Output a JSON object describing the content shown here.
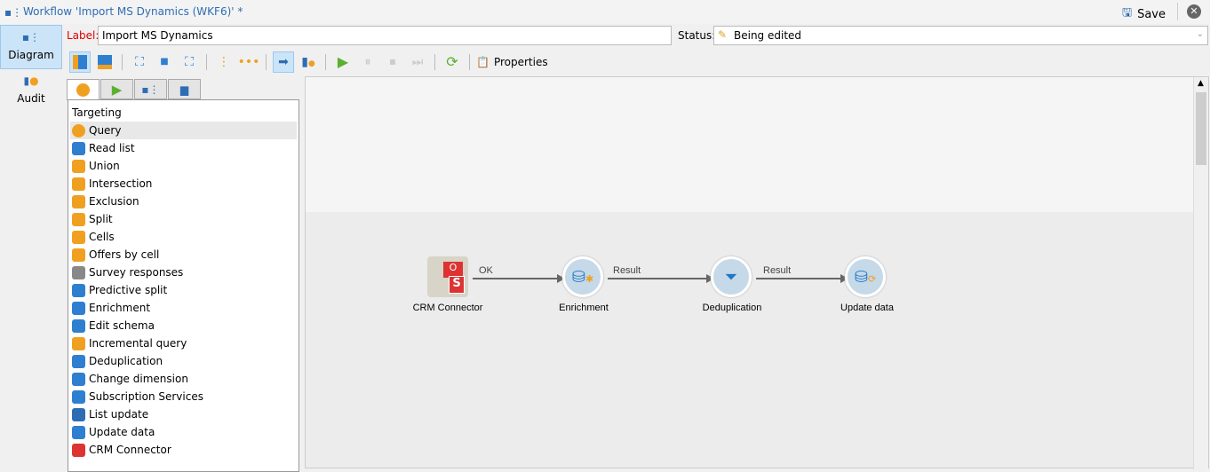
{
  "window": {
    "title": "Workflow 'Import MS Dynamics (WKF6)' *",
    "save": "Save"
  },
  "nav": [
    {
      "label": "Diagram"
    },
    {
      "label": "Audit"
    }
  ],
  "form": {
    "label_caption": "Label:",
    "label_value": "Import MS Dynamics",
    "status_caption": "Status:",
    "status_value": "Being edited"
  },
  "toolbar": {
    "properties": "Properties"
  },
  "palette": {
    "category": "Targeting",
    "items": [
      "Query",
      "Read list",
      "Union",
      "Intersection",
      "Exclusion",
      "Split",
      "Cells",
      "Offers by cell",
      "Survey responses",
      "Predictive split",
      "Enrichment",
      "Edit schema",
      "Incremental query",
      "Deduplication",
      "Change dimension",
      "Subscription Services",
      "List update",
      "Update data",
      "CRM Connector"
    ]
  },
  "diagram": {
    "nodes": [
      "CRM Connector",
      "Enrichment",
      "Deduplication",
      "Update data"
    ],
    "edges": [
      "OK",
      "Result",
      "Result"
    ]
  }
}
